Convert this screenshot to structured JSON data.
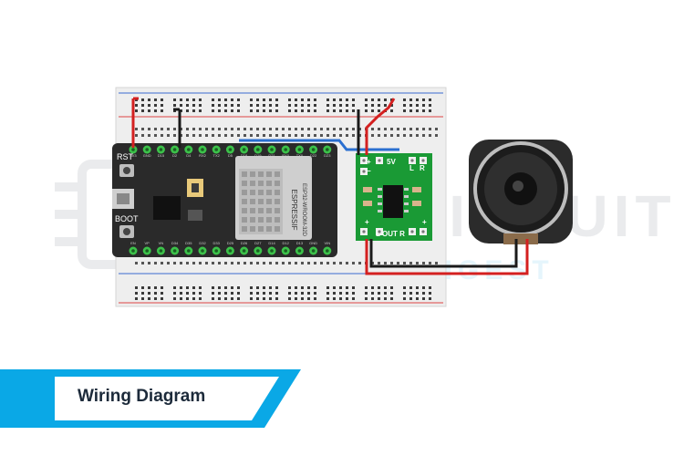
{
  "banner": {
    "title": "Wiring Diagram",
    "color": "#0aa8e6"
  },
  "watermark": {
    "line1": "CIRCUIT",
    "line2": "DIGEST"
  },
  "esp32": {
    "buttons": [
      "RST",
      "BOOT"
    ],
    "module_label": "ESPRESSIF",
    "module_model": "ESP32-WROOM-32D",
    "top_pins": [
      "3V3",
      "GND",
      "D15",
      "D2",
      "D4",
      "RX2",
      "TX2",
      "D5",
      "D18",
      "D19",
      "D21",
      "RX0",
      "TX0",
      "D22",
      "D23"
    ],
    "bottom_pins": [
      "EN",
      "VP",
      "VN",
      "D34",
      "D35",
      "D32",
      "D33",
      "D25",
      "D26",
      "D27",
      "D14",
      "D12",
      "D13",
      "GND",
      "VIN"
    ]
  },
  "amplifier": {
    "top_labels": [
      "5V",
      "L",
      "R"
    ],
    "bottom_labels": [
      "L OUT R"
    ],
    "color": "#1a9a35"
  },
  "speaker": {
    "color": "#2b2b2b"
  },
  "wires": {
    "red": "#d42020",
    "black": "#1a1a1a",
    "blue": "#2a6fd0"
  }
}
